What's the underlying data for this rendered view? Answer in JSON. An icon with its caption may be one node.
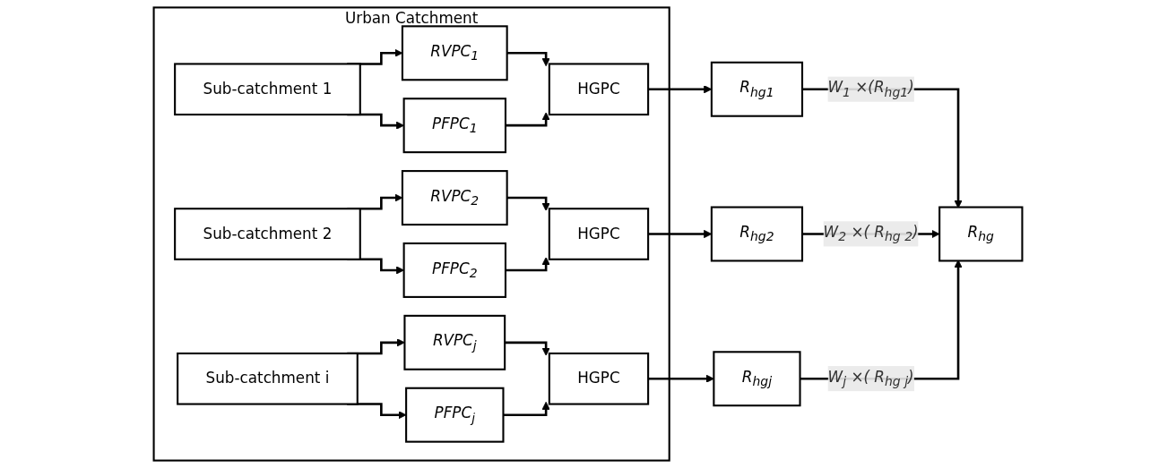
{
  "diagram": {
    "nodes": [
      {
        "text": [
          "Urban Catchment"
        ]
      },
      {
        "text": [
          "Sub-catchment 1"
        ],
        "in": 0
      },
      {
        "text": [
          "RVPC$_{1}$"
        ],
        "in": 0
      },
      {
        "text": [
          "PFPC$_{1}$"
        ],
        "in": 0
      },
      {
        "text": [
          "HGPC"
        ],
        "in": 0
      },
      {
        "text": [
          "Sub-catchment 2"
        ],
        "in": 0
      },
      {
        "text": [
          "RVPC$_{2}$"
        ],
        "in": 0
      },
      {
        "text": [
          "PFPC$_{2}$"
        ],
        "in": 0
      },
      {
        "text": [
          "HGPC"
        ],
        "in": 0
      },
      {
        "text": [
          "Sub-catchment i"
        ],
        "in": 0
      },
      {
        "text": [
          "RVPC$_{j}$"
        ],
        "in": 0
      },
      {
        "text": [
          "PFPC$_{j}$"
        ],
        "in": 0
      },
      {
        "text": [
          "HGPC"
        ],
        "in": 0
      },
      {
        "text": [
          "R$_{hg1}$"
        ]
      },
      {
        "text": [
          "R$_{hg2}$"
        ]
      },
      {
        "text": [
          "R$_{hgj}$"
        ]
      },
      {
        "text": [
          "R$_{hg}$"
        ]
      }
    ],
    "edges": [
      {
        "from": 1,
        "to": 2,
        "arrow": "to"
      },
      {
        "from": 1,
        "to": 3,
        "arrow": "to"
      },
      {
        "from": 2,
        "to": 4,
        "arrow": "to"
      },
      {
        "from": 3,
        "to": 4,
        "arrow": "to"
      },
      {
        "from": 4,
        "to": 13,
        "arrow": "to"
      },
      {
        "from": 5,
        "to": 6,
        "arrow": "to"
      },
      {
        "from": 5,
        "to": 7,
        "arrow": "to"
      },
      {
        "from": 6,
        "to": 8,
        "arrow": "to"
      },
      {
        "from": 7,
        "to": 8,
        "arrow": "to"
      },
      {
        "from": 8,
        "to": 14,
        "arrow": "to"
      },
      {
        "from": 9,
        "to": 10,
        "arrow": "to"
      },
      {
        "from": 9,
        "to": 11,
        "arrow": "to"
      },
      {
        "from": 10,
        "to": 12,
        "arrow": "to"
      },
      {
        "from": 11,
        "to": 12,
        "arrow": "to"
      },
      {
        "from": 12,
        "to": 15,
        "arrow": "to"
      },
      {
        "from": 13,
        "to": 16,
        "label": "W$_{1}$ ×(R$_{hg1}$)",
        "arrow": "to"
      },
      {
        "from": 14,
        "to": 16,
        "label": "W$_{2}$ ×( R$_{hg 2}$)",
        "arrow": "to"
      },
      {
        "from": 15,
        "to": 16,
        "label": "W$_{j}$ ×( R$_{hg j}$)",
        "arrow": "to"
      }
    ]
  }
}
